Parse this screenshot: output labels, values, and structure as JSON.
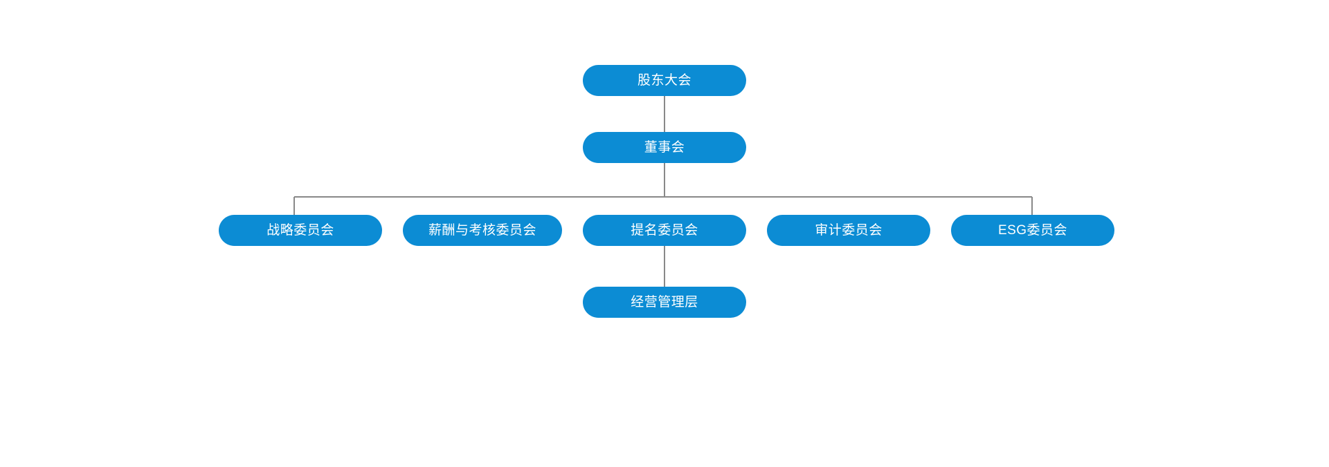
{
  "diagram": {
    "type": "organizational-chart",
    "orientation": "top-down",
    "theme": {
      "node_fill": "#0C8CD4",
      "node_text": "#FFFFFF",
      "connector_line": "#888888",
      "background": "#FFFFFF"
    },
    "nodes": {
      "shareholders": {
        "label": "股东大会"
      },
      "board": {
        "label": "董事会"
      },
      "strategy": {
        "label": "战略委员会"
      },
      "remuneration": {
        "label": "薪酬与考核委员会"
      },
      "nomination": {
        "label": "提名委员会"
      },
      "audit": {
        "label": "审计委员会"
      },
      "esg": {
        "label": "ESG委员会"
      },
      "management": {
        "label": "经营管理层"
      }
    },
    "levels": [
      {
        "name": "level-1",
        "members": [
          "股东大会"
        ]
      },
      {
        "name": "level-2",
        "members": [
          "董事会"
        ]
      },
      {
        "name": "level-3",
        "members": [
          "战略委员会",
          "薪酬与考核委员会",
          "提名委员会",
          "审计委员会",
          "ESG委员会"
        ]
      },
      {
        "name": "level-4",
        "members": [
          "经营管理层"
        ]
      }
    ],
    "edges": [
      {
        "from": "股东大会",
        "to": "董事会",
        "style": "vertical"
      },
      {
        "from": "董事会",
        "to": "战略委员会",
        "style": "bus"
      },
      {
        "from": "董事会",
        "to": "薪酬与考核委员会",
        "style": "bus"
      },
      {
        "from": "董事会",
        "to": "提名委员会",
        "style": "bus"
      },
      {
        "from": "董事会",
        "to": "审计委员会",
        "style": "bus"
      },
      {
        "from": "董事会",
        "to": "ESG委员会",
        "style": "bus"
      },
      {
        "from": "提名委员会",
        "to": "经营管理层",
        "style": "vertical"
      }
    ]
  }
}
